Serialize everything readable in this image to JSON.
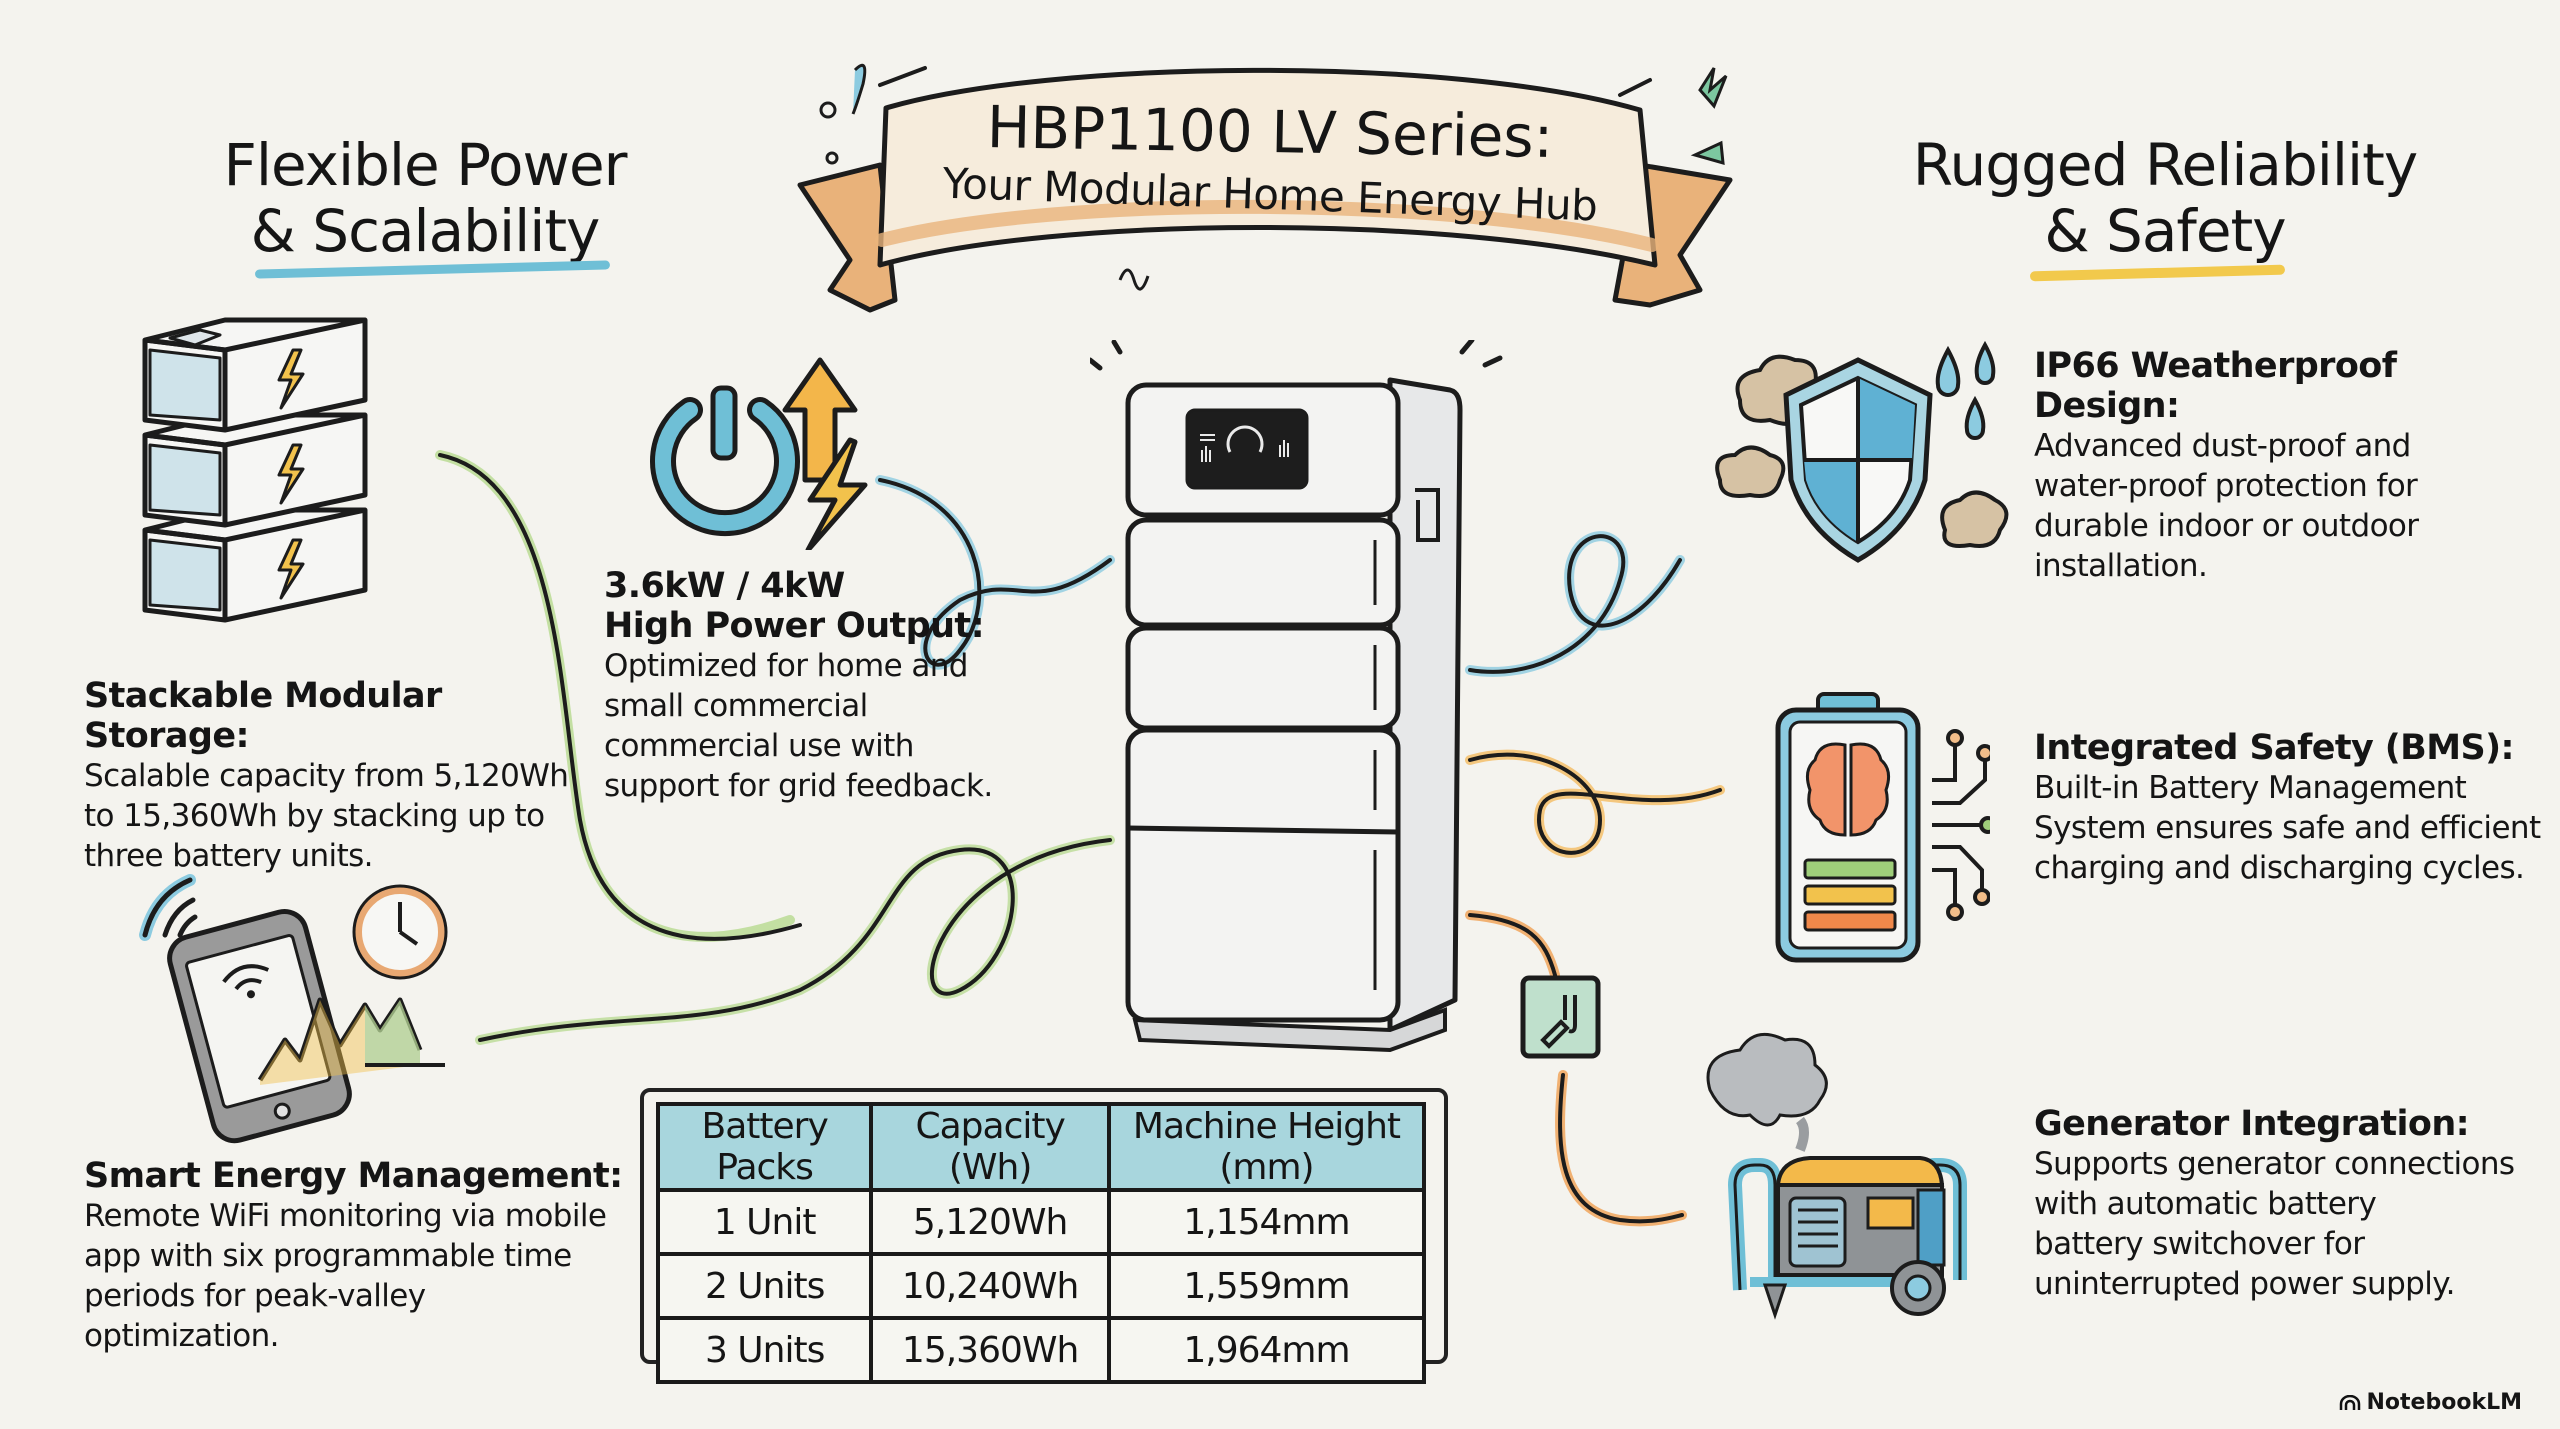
{
  "banner": {
    "title": "HBP1100 LV Series:",
    "subtitle": "Your Modular Home Energy Hub"
  },
  "left_section": {
    "heading_line1": "Flexible Power",
    "heading_line2": "& Scalability",
    "underline_color": "#6fbfd6",
    "features": [
      {
        "icon": "stacked-battery-icon",
        "title": "Stackable Modular Storage:",
        "description": "Scalable capacity from 5,120Wh\nto 15,360Wh by stacking up to\nthree battery units."
      },
      {
        "icon": "smartphone-wifi-chart-icon",
        "title": "Smart Energy Management:",
        "description": "Remote WiFi monitoring via mobile\napp with six programmable time\nperiods for peak-valley\noptimization."
      }
    ]
  },
  "center_feature": {
    "icon": "power-output-icon",
    "title_line1": "3.6kW / 4kW",
    "title_line2": "High Power Output:",
    "description": "Optimized for home and\nsmall commercial\ncommercial use with\nsupport for grid feedback."
  },
  "right_section": {
    "heading_line1": "Rugged Reliability",
    "heading_line2": "& Safety",
    "underline_color": "#f2c94c",
    "features": [
      {
        "icon": "weatherproof-shield-icon",
        "title": "IP66 Weatherproof Design:",
        "description": "Advanced dust-proof and\nwater-proof protection for\ndurable indoor or outdoor\ninstallation."
      },
      {
        "icon": "bms-battery-brain-icon",
        "title": "Integrated Safety (BMS):",
        "description": "Built-in Battery Management\nSystem ensures safe and efficient\ncharging and discharging cycles."
      },
      {
        "icon": "generator-icon",
        "title": "Generator Integration:",
        "description": "Supports generator connections\nwith automatic battery\nbattery switchover for\nuninterrupted power supply."
      }
    ]
  },
  "spec_table": {
    "headers": [
      "Battery Packs",
      "Capacity (Wh)",
      "Machine Height (mm)"
    ],
    "rows": [
      [
        "1 Unit",
        "5,120Wh",
        "1,154mm"
      ],
      [
        "2 Units",
        "10,240Wh",
        "1,559mm"
      ],
      [
        "3 Units",
        "15,360Wh",
        "1,964mm"
      ]
    ]
  },
  "colors": {
    "background": "#f4f3ee",
    "blue": "#6fbfd6",
    "orange": "#f0a45c",
    "yellow": "#f2c94c",
    "green": "#a6cf7a",
    "banner_fill": "#f6ecdc",
    "banner_fold": "#e9b27a"
  },
  "branding": {
    "label": "NotebookLM"
  }
}
